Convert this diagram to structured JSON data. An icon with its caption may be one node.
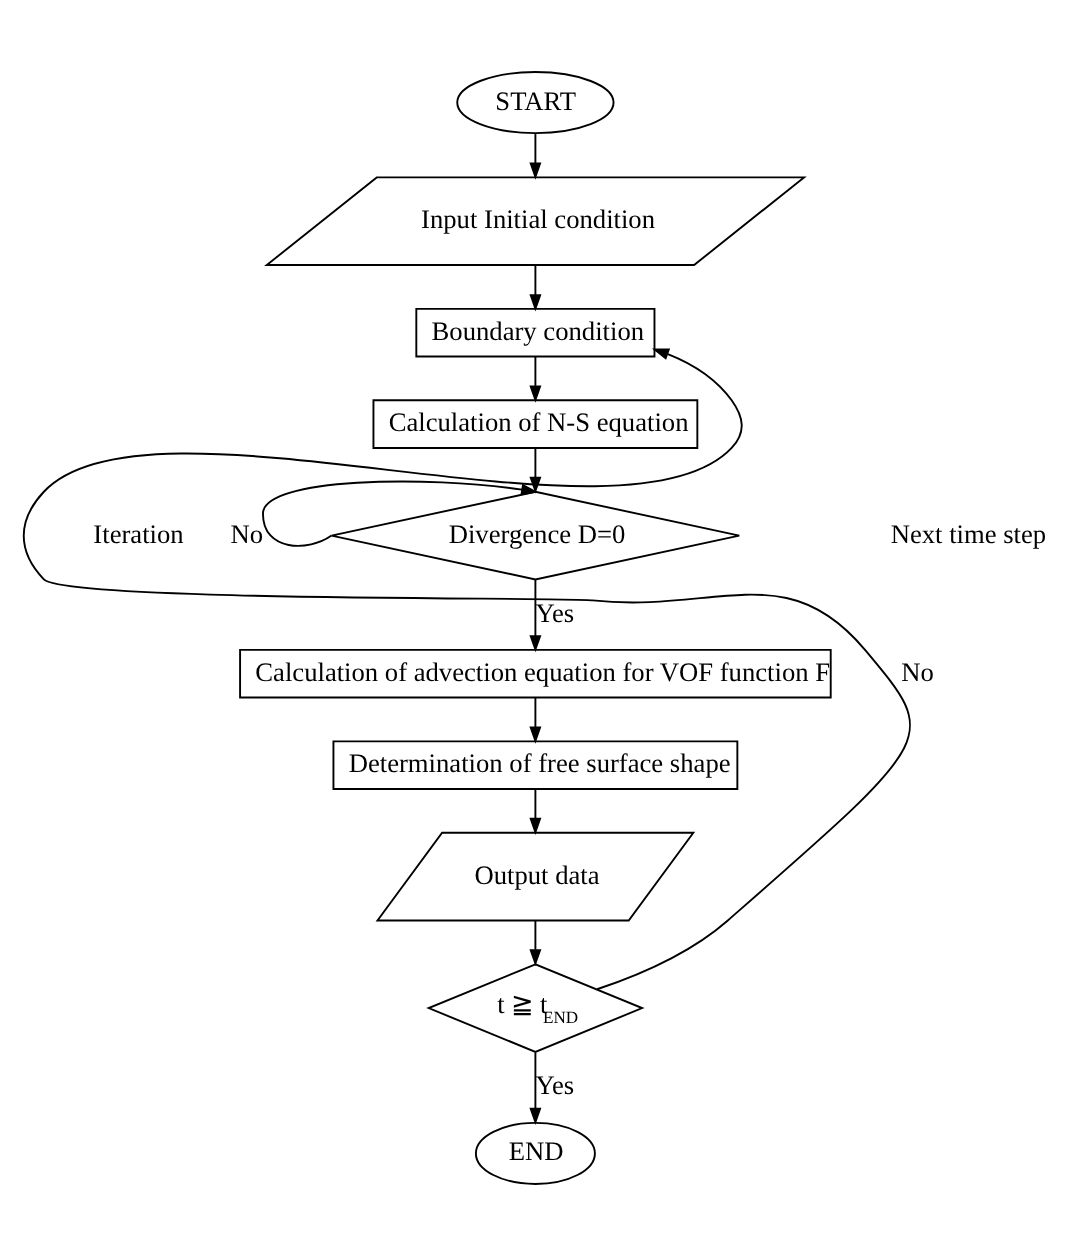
{
  "diagram": {
    "nodes": [
      {
        "text": [
          "START"
        ]
      },
      {
        "text": [
          "Input Initial condition"
        ]
      },
      {
        "text": [
          "Boundary condition"
        ]
      },
      {
        "text": [
          "Calculation of N-S equation"
        ]
      },
      {
        "text": [
          "Divergence D=0"
        ]
      },
      {
        "text": [
          "Calculation of advection equation for VOF function F"
        ]
      },
      {
        "text": [
          "Determination of free surface shape"
        ]
      },
      {
        "text": [
          "Output data"
        ]
      },
      {
        "text": [
          "t ≧ t$_{END}$"
        ]
      },
      {
        "text": [
          "END"
        ]
      }
    ],
    "edges": [
      {
        "from": 0,
        "to": 1,
        "arrow": "to"
      },
      {
        "from": 1,
        "to": 2,
        "arrow": "to"
      },
      {
        "from": 2,
        "to": 3,
        "arrow": "to"
      },
      {
        "from": 3,
        "to": 4,
        "arrow": "to"
      },
      {
        "from": 4,
        "to": 4,
        "arrow": "to",
        "label": "No"
      },
      {
        "from": 4,
        "to": 5,
        "arrow": "to",
        "label": "Yes"
      },
      {
        "from": 5,
        "to": 6,
        "arrow": "to"
      },
      {
        "from": 6,
        "to": 7,
        "arrow": "to"
      },
      {
        "from": 7,
        "to": 8,
        "arrow": "to"
      },
      {
        "from": 8,
        "to": 2,
        "arrow": "to",
        "label": "No"
      },
      {
        "from": 8,
        "to": 9,
        "arrow": "to",
        "label": "Yes"
      }
    ],
    "labels": [
      "Iteration",
      "Next time step"
    ]
  }
}
